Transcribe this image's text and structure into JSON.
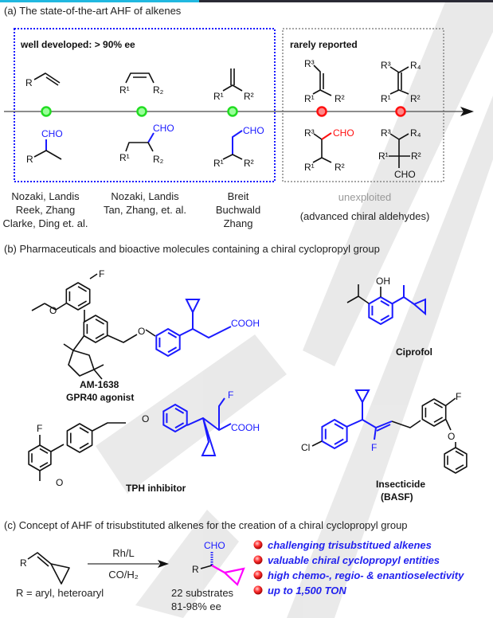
{
  "colors": {
    "accent_blue": "#1a1aff",
    "red": "#ff1010",
    "green": "#22dd22",
    "magenta": "#ff00ff",
    "grey_box": "#888888"
  },
  "section_a": {
    "title": "(a) The state-of-the-art AHF of alkenes",
    "well_developed_label": "well developed: > 90% ee",
    "rarely_reported_label": "rarely reported",
    "groups": [
      {
        "authors": [
          "Nozaki, Landis",
          "Reek, Zhang",
          "Clarke, Ding et. al."
        ]
      },
      {
        "authors": [
          "Nozaki, Landis",
          "Tan, Zhang, et. al."
        ]
      },
      {
        "authors": [
          "Breit",
          "Buchwald",
          "Zhang"
        ]
      }
    ],
    "unexploited": "unexploited",
    "advanced": "(advanced chiral aldehydes)",
    "atoms": {
      "R": "R",
      "R1": "R¹",
      "R2": "R²",
      "R2sub": "R₂",
      "R3": "R³",
      "R4": "R₄",
      "CHO": "CHO"
    }
  },
  "section_b": {
    "title": "(b) Pharmaceuticals and bioactive molecules containing a chiral cyclopropyl group",
    "molecules": [
      {
        "name": "AM-1638",
        "subtitle": "GPR40 agonist"
      },
      {
        "name": "Ciprofol"
      },
      {
        "name": "TPH inhibitor"
      },
      {
        "name": "Insecticide",
        "subtitle": "(BASF)"
      }
    ],
    "atoms": {
      "F": "F",
      "O": "O",
      "OH": "OH",
      "COOH": "COOH",
      "Cl": "Cl"
    }
  },
  "section_c": {
    "title": "(c) Concept of AHF of trisubstituted alkenes for the creation of a chiral cyclopropyl group",
    "catalyst": "Rh/L",
    "gas": "CO/H₂",
    "r_definition": "R = aryl, heteroaryl",
    "substrates": "22 substrates",
    "ee": "81-98% ee",
    "features": [
      "challenging trisubstitued alkenes",
      "valuable chiral cyclopropyl entities",
      "high chemo-, regio- & enantioselectivity",
      "up to 1,500 TON"
    ]
  }
}
